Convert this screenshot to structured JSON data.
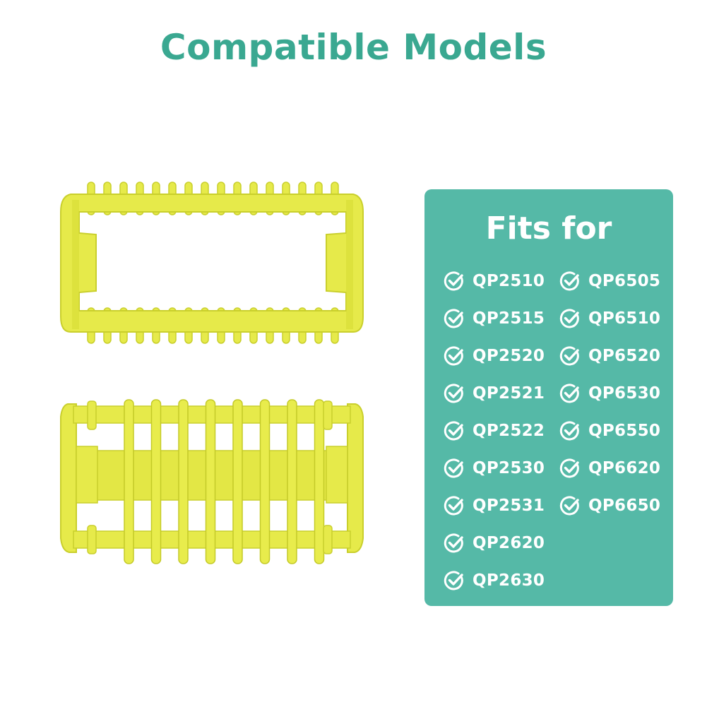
{
  "title": "Compatible Models",
  "colors": {
    "title": "#3aa891",
    "panel": "#55b9a7",
    "comb_fill": "#e6ea4a",
    "comb_shade": "#c9cf2c"
  },
  "fits_panel": {
    "heading": "Fits for",
    "icon": "check-circle-icon",
    "left_models": [
      "QP2510",
      "QP2515",
      "QP2520",
      "QP2521",
      "QP2522",
      "QP2530",
      "QP2531",
      "QP2620",
      "QP2630"
    ],
    "right_models": [
      "QP6505",
      "QP6510",
      "QP6520",
      "QP6530",
      "QP6550",
      "QP6620",
      "QP6650"
    ]
  }
}
